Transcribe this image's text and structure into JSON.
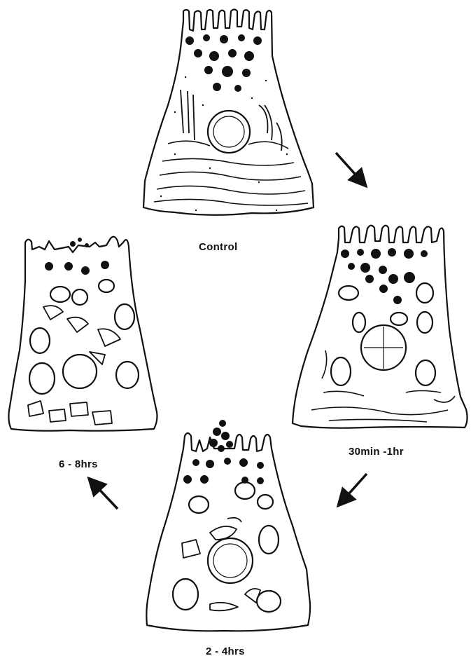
{
  "labels": {
    "control": "Control",
    "stage_30min": "30min -1hr",
    "stage_2_4hrs": "2 - 4hrs",
    "stage_6_8hrs": "6 - 8hrs"
  },
  "colors": {
    "ink": "#111111",
    "background": "#ffffff"
  }
}
